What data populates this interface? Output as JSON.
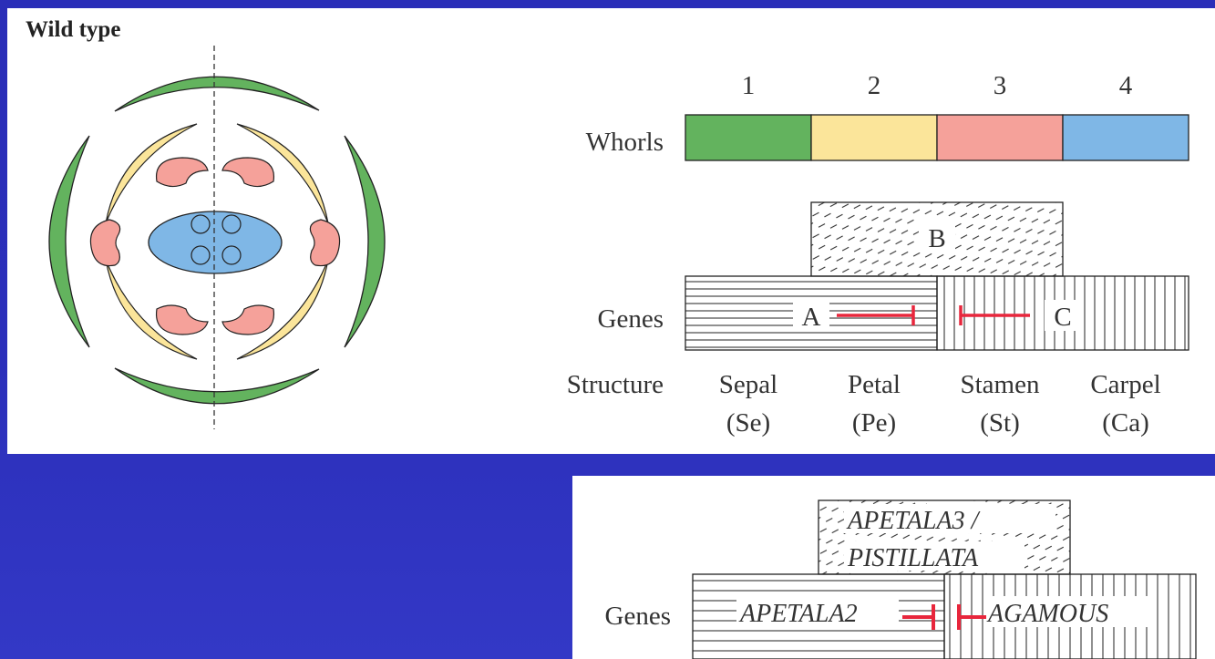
{
  "title": "Wild type",
  "whorls": {
    "label": "Whorls",
    "numbers": [
      "1",
      "2",
      "3",
      "4"
    ],
    "colors": [
      "#63b35e",
      "#fbe59a",
      "#f5a19a",
      "#7fb7e6"
    ]
  },
  "genes_label": "Genes",
  "structure_label": "Structure",
  "gene_letters": {
    "a": "A",
    "b": "B",
    "c": "C"
  },
  "structures": [
    {
      "name": "Sepal",
      "abbr": "(Se)"
    },
    {
      "name": "Petal",
      "abbr": "(Pe)"
    },
    {
      "name": "Stamen",
      "abbr": "(St)"
    },
    {
      "name": "Carpel",
      "abbr": "(Ca)"
    }
  ],
  "gene_names": {
    "b_line1": "APETALA3 /",
    "b_line2": "PISTILLATA",
    "a": "APETALA2",
    "c": "AGAMOUS"
  },
  "colors": {
    "background": "#2a2eb8",
    "inhibition": "#e8263c",
    "sepal": "#63b35e",
    "petal": "#fbe59a",
    "stamen": "#f5a19a",
    "carpel": "#7fb7e6"
  }
}
